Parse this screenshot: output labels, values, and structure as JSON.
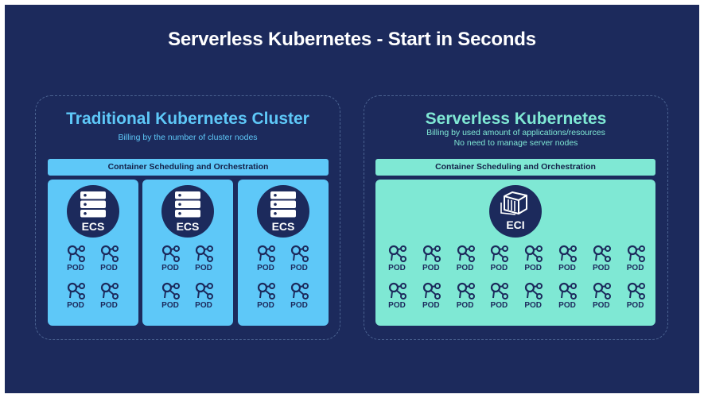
{
  "title": "Serverless Kubernetes - Start in Seconds",
  "colors": {
    "background": "#1c2a5c",
    "traditional_accent": "#5ec8f8",
    "serverless_accent": "#7fe8d4",
    "dark_text": "#1c2a5c"
  },
  "traditional": {
    "title": "Traditional Kubernetes Cluster",
    "subtitle": "Billing by the number of cluster nodes",
    "bar_label": "Container Scheduling and Orchestration",
    "nodes": [
      {
        "label": "ECS",
        "icon": "server-stack-icon",
        "pods": [
          "POD",
          "POD",
          "POD",
          "POD"
        ]
      },
      {
        "label": "ECS",
        "icon": "server-stack-icon",
        "pods": [
          "POD",
          "POD",
          "POD",
          "POD"
        ]
      },
      {
        "label": "ECS",
        "icon": "server-stack-icon",
        "pods": [
          "POD",
          "POD",
          "POD",
          "POD"
        ]
      }
    ]
  },
  "serverless": {
    "title": "Serverless Kubernetes",
    "subtitle_lines": [
      "Billing by used amount of applications/resources",
      "No need to manage server nodes"
    ],
    "bar_label": "Container Scheduling and Orchestration",
    "node": {
      "label": "ECI",
      "icon": "container-icon"
    },
    "pods": [
      "POD",
      "POD",
      "POD",
      "POD",
      "POD",
      "POD",
      "POD",
      "POD",
      "POD",
      "POD",
      "POD",
      "POD",
      "POD",
      "POD",
      "POD",
      "POD"
    ]
  }
}
